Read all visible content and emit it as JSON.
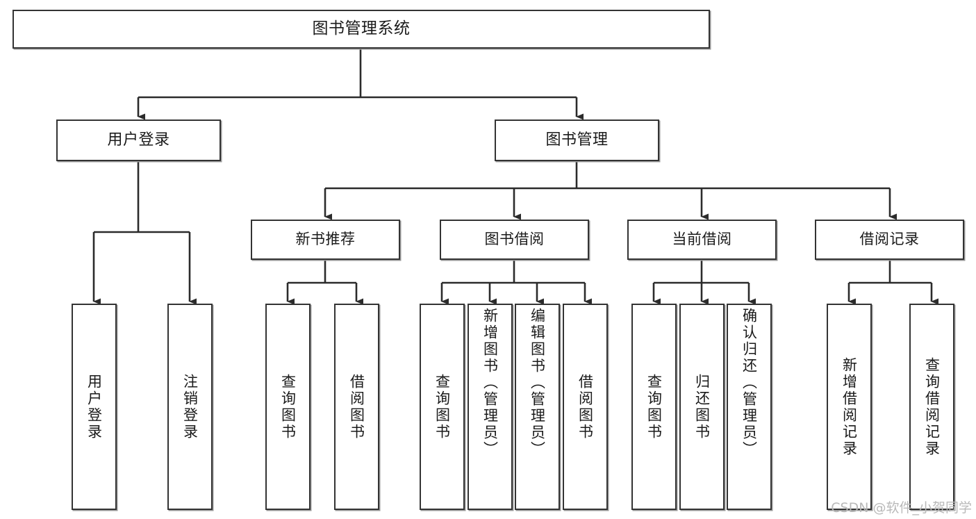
{
  "diagram": {
    "type": "tree-hierarchy-chart",
    "title": "图书管理系统",
    "orientation": "top-down",
    "colors": {
      "box_border": "#333333",
      "box_fill": "#ffffff",
      "connector": "#2b2b2b",
      "shadow": "#9a9a9a",
      "watermark": "#b9b9b9",
      "background": "#ffffff"
    }
  },
  "root": {
    "label": "图书管理系统"
  },
  "level2": [
    {
      "label": "用户登录"
    },
    {
      "label": "图书管理"
    }
  ],
  "level3": [
    {
      "label": "新书推荐"
    },
    {
      "label": "图书借阅"
    },
    {
      "label": "当前借阅"
    },
    {
      "label": "借阅记录"
    }
  ],
  "leaves": {
    "user_login": [
      {
        "label": "用户登录"
      },
      {
        "label": "注销登录"
      }
    ],
    "new_book_recommend": [
      {
        "label": "查询图书"
      },
      {
        "label": "借阅图书"
      }
    ],
    "book_borrow": [
      {
        "label": "查询图书"
      },
      {
        "label": "新增图书（管理员）"
      },
      {
        "label": "编辑图书（管理员）"
      },
      {
        "label": "借阅图书"
      }
    ],
    "current_borrow": [
      {
        "label": "查询图书"
      },
      {
        "label": "归还图书"
      },
      {
        "label": "确认归还（管理员）"
      }
    ],
    "borrow_record": [
      {
        "label": "新增借阅记录"
      },
      {
        "label": "查询借阅记录"
      }
    ]
  },
  "watermark": {
    "text": "CSDN @软件_小贺同学"
  }
}
